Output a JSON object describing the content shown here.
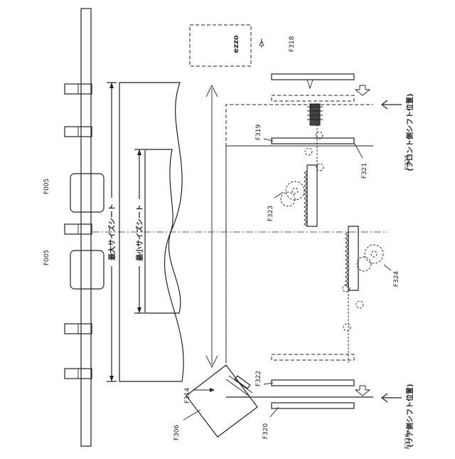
{
  "labels": {
    "f005_upper": "F005",
    "f005_lower": "F005",
    "f318": "F318",
    "f319": "F319",
    "f321": "F321",
    "f323": "F323",
    "f324": "F324",
    "f325": "F325",
    "f314": "F314",
    "f306": "F306",
    "f322": "F322",
    "f320": "F320",
    "f326": "F326",
    "sensor_text": "ezzo",
    "max_sheet": "最大サイズシート",
    "min_sheet": "最小サイズシート",
    "front_shift": "(フロント側シフト位置)",
    "rear_shift": "(リア側シフト位置)"
  },
  "colors": {
    "line": "#222222",
    "background": "#ffffff",
    "stipple": "#d9d9d9"
  }
}
